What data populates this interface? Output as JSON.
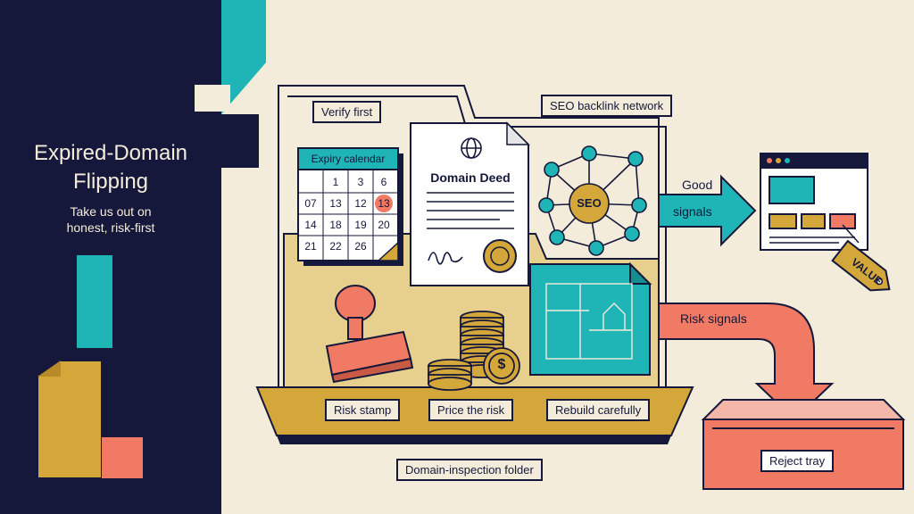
{
  "title": "Expired-Domain Flipping",
  "subtitle_line1": "Take us out on",
  "subtitle_line2": "honest, risk-first",
  "labels": {
    "verify_first": "Verify first",
    "seo_network": "SEO backlink network",
    "expiry_calendar": "Expiry calendar",
    "domain_deed": "Domain Deed",
    "seo": "SEO",
    "good": "Good",
    "signals": "signals",
    "value": "VALUE",
    "risk_signals": "Risk signals",
    "risk_stamp": "Risk stamp",
    "price_the_risk": "Price the risk",
    "rebuild_carefully": "Rebuild carefully",
    "domain_inspection_folder": "Domain-inspection folder",
    "reject_tray": "Reject tray",
    "coin_symbol": "$"
  },
  "calendar": {
    "days": [
      [
        "",
        "1",
        "3",
        "6"
      ],
      [
        "07",
        "13",
        "12",
        "13"
      ],
      [
        "14",
        "18",
        "19",
        "20"
      ],
      [
        "21",
        "22",
        "26",
        ""
      ]
    ],
    "highlighted": "13"
  },
  "colors": {
    "navy": "#15183a",
    "cream": "#f4ecdb",
    "teal": "#1fb4b6",
    "gold": "#d4a73a",
    "coral": "#f07a63",
    "paper": "#ffffff"
  }
}
